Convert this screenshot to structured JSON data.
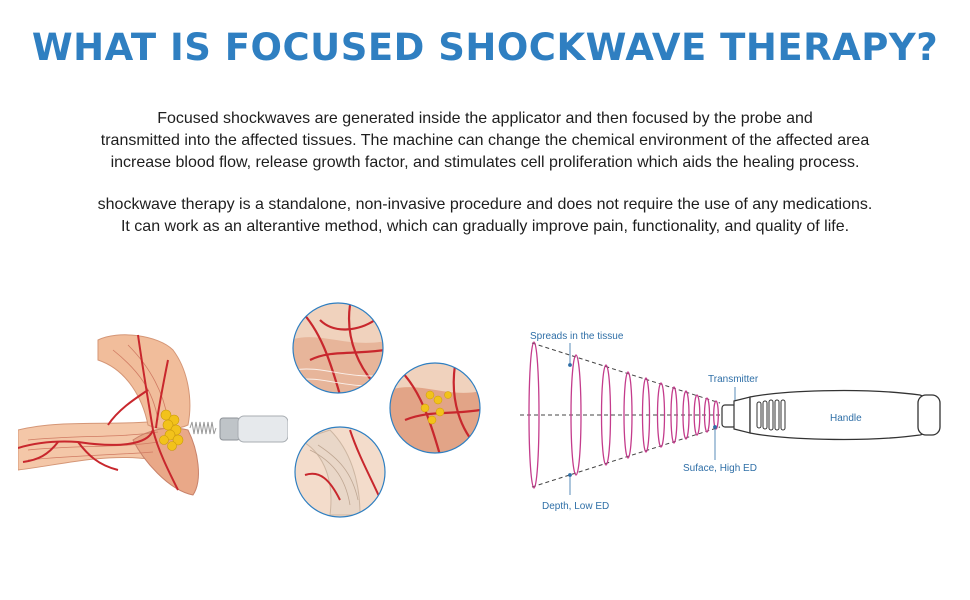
{
  "header": {
    "title": "WHAT IS FOCUSED SHOCKWAVE THERAPY?"
  },
  "intro": {
    "paragraph1": [
      "Focused shockwaves are generated inside the applicator and then focused by the probe and",
      "transmitted into the affected tissues. The machine can change the chemical environment of the affected area",
      "increase blood flow, release growth factor, and stimulates cell proliferation which aids the healing process."
    ],
    "paragraph2": [
      "shockwave therapy is a standalone, non-invasive procedure and does not require the use of any medications.",
      "It can work as an alterantive method, which can gradually improve pain, functionality, and quality of life."
    ]
  },
  "diagram": {
    "labels": {
      "spreads": "Spreads in the tissue",
      "transmitter": "Transmitter",
      "handle": "Handle",
      "surface": "Suface, High ED",
      "depth": "Depth, Low ED"
    },
    "colors": {
      "title_blue": "#2f7fc1",
      "wave_magenta": "#c43c8c",
      "label_blue": "#2f6fa7",
      "artery_red": "#c8272d",
      "tissue_yellow": "#f2c21b"
    }
  }
}
